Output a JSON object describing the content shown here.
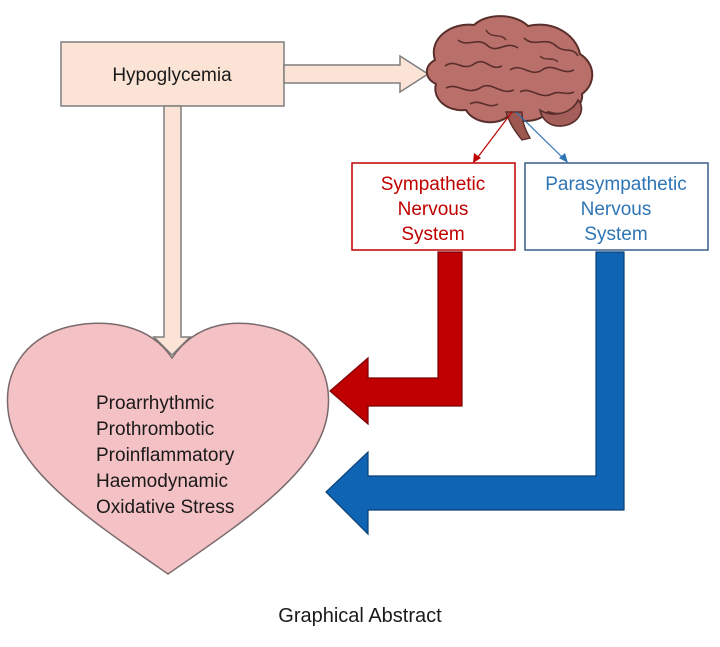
{
  "colors": {
    "peach_fill": "#fbe4d5",
    "peach_stroke": "#7f7f7f",
    "heart_fill": "#f4c1c5",
    "heart_stroke": "#7a6a6c",
    "sympathetic": "#c00000",
    "parasympathetic": "#2e75b6",
    "sympathetic_arrow": "#c00000",
    "parasympathetic_arrow": "#0f64b4",
    "brain": "#b9706b"
  },
  "hypoglycemia": {
    "label": "Hypoglycemia"
  },
  "brain": {
    "icon": "brain-icon"
  },
  "sympathetic": {
    "line1": "Sympathetic",
    "line2": "Nervous",
    "line3": "System"
  },
  "parasympathetic": {
    "line1": "Parasympathetic",
    "line2": "Nervous",
    "line3": "System"
  },
  "heart": {
    "effects": [
      "Proarrhythmic",
      "Prothrombotic",
      "Proinflammatory",
      "Haemodynamic",
      "Oxidative Stress"
    ]
  },
  "caption": "Graphical Abstract"
}
